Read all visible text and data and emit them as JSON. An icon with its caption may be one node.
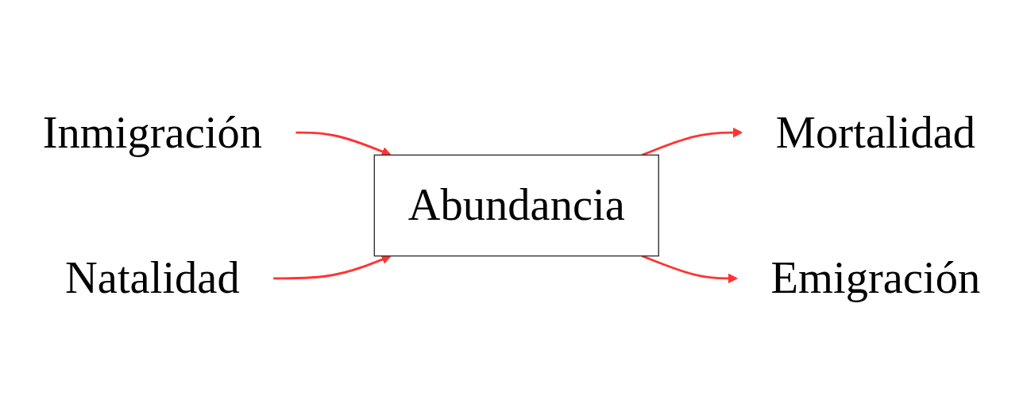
{
  "diagram": {
    "nodes": [
      {
        "text": [
          "Inmigración"
        ]
      },
      {
        "text": [
          "Natalidad"
        ]
      },
      {
        "text": [
          "Abundancia"
        ]
      },
      {
        "text": [
          "Mortalidad"
        ]
      },
      {
        "text": [
          "Emigración"
        ]
      }
    ],
    "edges": [
      {
        "from": 0,
        "to": 2,
        "arrow": "to",
        "color": "#ff3333"
      },
      {
        "from": 1,
        "to": 2,
        "arrow": "to",
        "color": "#ff3333"
      },
      {
        "from": 2,
        "to": 3,
        "arrow": "to",
        "color": "#ff3333"
      },
      {
        "from": 2,
        "to": 4,
        "arrow": "to",
        "color": "#ff3333"
      }
    ]
  }
}
